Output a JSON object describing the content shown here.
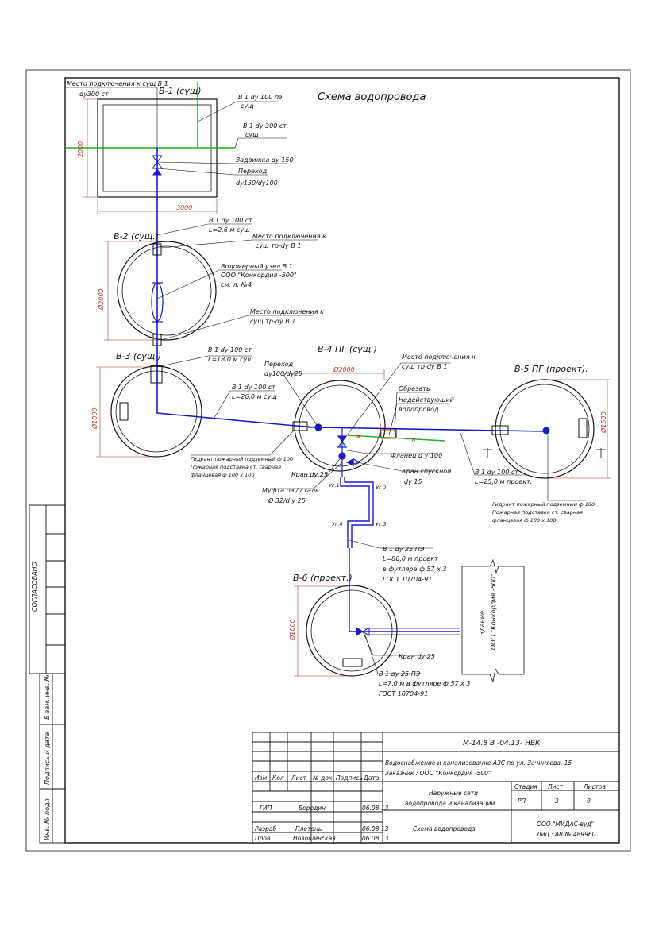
{
  "drawing": {
    "title": "Схема водопровода",
    "wells": {
      "b1": "В-1 (сущ)",
      "b2": "В-2 (сущ.)",
      "b3": "В-3 (сущ.)",
      "b4": "В-4 ПГ (сущ.)",
      "b5": "В-5 ПГ (проект).",
      "b6": "В-6 (проект.)"
    },
    "dims": {
      "d2000": "2000",
      "d3000": "3000",
      "phi2000_b2": "Ø2000",
      "phi1000_b3": "Ø1000",
      "phi2000_b4": "Ø2000",
      "phi1500_b5": "Ø1500",
      "phi1000_b6": "Ø1000"
    },
    "notes": {
      "conn_b1_1": "Место подключения к сущ В 1",
      "conn_b1_2": "dy300 ст",
      "b1_dy100_1": "В 1 dy 100 пэ",
      "b1_dy100_2": "сущ",
      "b1_dy300_1": "В 1 dy 300 ст.",
      "b1_dy300_2": "сущ",
      "valve150": "Задвижка dy 150",
      "transition_1": "Переход",
      "transition_2": "dy150/dy100",
      "pipe12_1": "В 1 dy 100 ст",
      "pipe12_2": "L=2,6 м сущ",
      "conn_b2a_1": "Место подключения к",
      "conn_b2a_2": "сущ тр-dy В 1",
      "meter_1": "Водомерный узел В 1",
      "meter_2": "ООО \"Конкордия -500\"",
      "meter_3": "см. л. №4",
      "conn_b2b_1": "Место подключения к",
      "conn_b2b_2": "сущ тр-dy В 1",
      "pipe23_1": "В 1 dy 100 ст",
      "pipe23_2": "L=18,0 м сущ",
      "trans4_1": "Переход",
      "trans4_2": "dy100/dy25",
      "conn_b4_1": "Место подключения к",
      "conn_b4_2": "сущ тр-dy В 1",
      "cut": "Обрезать",
      "inactive_1": "Недействующий",
      "inactive_2": "водопровод",
      "pipe34_1": "В 1 dy 100 ст",
      "pipe34_2": "L=26,0 м сущ",
      "hydrant_l_1": "Гидрант пожарный подземный ф 100",
      "hydrant_l_2": "Пожарная подставка ст. сварная",
      "hydrant_l_3": "фланцевая ф 100 х 100",
      "flange": "Фланец d у 100",
      "drain_1": "Кран спускной",
      "drain_2": "dy 15",
      "valve25_b4": "Кран dy 25",
      "coupling_1": "Муфта пэ / сталь",
      "coupling_2": "Ø 32/d у 25",
      "pipe45_1": "В 1 dy 100 ст",
      "pipe45_2": "L=25,0 м проект.",
      "hydrant_r_1": "Гидрант пожарный подземный ф 100",
      "hydrant_r_2": "Пожарная подставка ст. сварная",
      "hydrant_r_3": "фланцевая ф 100 х 100",
      "uz1": "Уг.1",
      "uz2": "Уг.2",
      "uz3": "Уг.3",
      "uz4": "Уг.4",
      "pipe46_1": "В 1 dy 25 ПЭ",
      "pipe46_2": "L=86,0 м проект",
      "pipe46_3": "в футляре ф 57 х 3",
      "pipe46_4": "ГОСТ 10704-91",
      "valve25_b6": "Кран dy 25",
      "pipe6_1": "В 1 dy 25 ПЭ",
      "pipe6_2": "L=7,0 м в футляре ф 57 х 3",
      "pipe6_3": "ГОСТ 10704-91",
      "building_1": "Здание",
      "building_2": "ООО \"Конкордия -500\""
    }
  },
  "side_stamp": {
    "agreed": "СОГЛАСОВАНО",
    "inv_replace": "В зам. инв. №",
    "sign_date": "Подпись и дата",
    "inv_orig": "Инв. № подл"
  },
  "title_block": {
    "code": "М-14.8 В -04.13- НВК",
    "project_1": "Водоснабжение и канализование АЗС по ул. Зачиняева, 15",
    "project_2": "Заказчик : ООО \"Конкордия -500\"",
    "h_izm": "Изм",
    "h_kol": "Кол",
    "h_list": "Лист",
    "h_ndok": "№ док",
    "h_sign": "Подпись",
    "h_date": "Дата",
    "section_1": "Наружные сети",
    "section_2": "водопровода и канализации",
    "h_stage": "Стадия",
    "h_sheet": "Лист",
    "h_sheets": "Листов",
    "stage": "РП",
    "sheet": "3",
    "sheets": "9",
    "gip_role": "ГИП",
    "gip_name": "Бородин",
    "gip_date": "06.08.13",
    "dev_role": "Разраб",
    "dev_name": "Плетень",
    "dev_date": "06.08.13",
    "chk_role": "Пров",
    "chk_name": "Новошинская",
    "chk_date": "06.08.13",
    "sheet_name": "Схема водопровода",
    "org_1": "ООО \"МИДАС-вуд\"",
    "org_2": "Лиц.: АВ № 489960"
  },
  "colors": {
    "water": "#1a1acc",
    "green": "#22aa22",
    "red": "#cc2222",
    "dim": "#b03030",
    "line": "#111111"
  }
}
